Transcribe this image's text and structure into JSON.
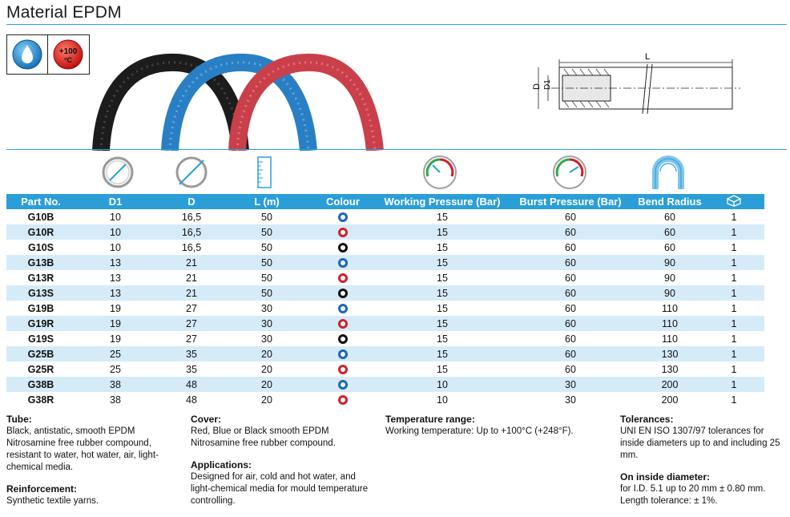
{
  "title": "Material EPDM",
  "badge": {
    "temp_line1": "+100",
    "temp_line2": "°C"
  },
  "diagram": {
    "label_L": "L",
    "label_D": "D",
    "label_D1": "D1"
  },
  "columns": [
    "Part No.",
    "D1",
    "D",
    "L (m)",
    "Colour",
    "Working Pressure (Bar)",
    "Burst Pressure (Bar)",
    "Bend Radius",
    ""
  ],
  "colors": {
    "accent": "#2b9ed8",
    "row_alt": "#d6ebf8",
    "blue": "#1a66c0",
    "red": "#d0202a",
    "black": "#111111"
  },
  "rows": [
    {
      "part": "G10B",
      "d1": "10",
      "d": "16,5",
      "l": "50",
      "colour": "blue",
      "wp": "15",
      "bp": "60",
      "br": "60",
      "pkg": "1"
    },
    {
      "part": "G10R",
      "d1": "10",
      "d": "16,5",
      "l": "50",
      "colour": "red",
      "wp": "15",
      "bp": "60",
      "br": "60",
      "pkg": "1"
    },
    {
      "part": "G10S",
      "d1": "10",
      "d": "16,5",
      "l": "50",
      "colour": "black",
      "wp": "15",
      "bp": "60",
      "br": "60",
      "pkg": "1"
    },
    {
      "part": "G13B",
      "d1": "13",
      "d": "21",
      "l": "50",
      "colour": "blue",
      "wp": "15",
      "bp": "60",
      "br": "90",
      "pkg": "1"
    },
    {
      "part": "G13R",
      "d1": "13",
      "d": "21",
      "l": "50",
      "colour": "red",
      "wp": "15",
      "bp": "60",
      "br": "90",
      "pkg": "1"
    },
    {
      "part": "G13S",
      "d1": "13",
      "d": "21",
      "l": "50",
      "colour": "black",
      "wp": "15",
      "bp": "60",
      "br": "90",
      "pkg": "1"
    },
    {
      "part": "G19B",
      "d1": "19",
      "d": "27",
      "l": "30",
      "colour": "blue",
      "wp": "15",
      "bp": "60",
      "br": "110",
      "pkg": "1"
    },
    {
      "part": "G19R",
      "d1": "19",
      "d": "27",
      "l": "30",
      "colour": "red",
      "wp": "15",
      "bp": "60",
      "br": "110",
      "pkg": "1"
    },
    {
      "part": "G19S",
      "d1": "19",
      "d": "27",
      "l": "30",
      "colour": "black",
      "wp": "15",
      "bp": "60",
      "br": "110",
      "pkg": "1"
    },
    {
      "part": "G25B",
      "d1": "25",
      "d": "35",
      "l": "20",
      "colour": "blue",
      "wp": "15",
      "bp": "60",
      "br": "130",
      "pkg": "1"
    },
    {
      "part": "G25R",
      "d1": "25",
      "d": "35",
      "l": "20",
      "colour": "red",
      "wp": "15",
      "bp": "60",
      "br": "130",
      "pkg": "1"
    },
    {
      "part": "G38B",
      "d1": "38",
      "d": "48",
      "l": "20",
      "colour": "blue",
      "wp": "10",
      "bp": "30",
      "br": "200",
      "pkg": "1"
    },
    {
      "part": "G38R",
      "d1": "38",
      "d": "48",
      "l": "20",
      "colour": "red",
      "wp": "10",
      "bp": "30",
      "br": "200",
      "pkg": "1"
    }
  ],
  "info": {
    "tube": {
      "heading": "Tube:",
      "text": "Black, antistatic, smooth EPDM Nitrosamine free rubber compound, resistant to water, hot water, air, light-chemical media."
    },
    "reinforcement": {
      "heading": "Reinforcement:",
      "text": "Synthetic textile yarns."
    },
    "cover": {
      "heading": "Cover:",
      "text": "Red, Blue or Black smooth EPDM Nitrosamine free rubber compound."
    },
    "applications": {
      "heading": "Applications:",
      "text": "Designed for air, cold and hot water, and light-chemical media for mould temperature controlling."
    },
    "temperature": {
      "heading": "Temperature range:",
      "text": "Working temperature: Up to +100°C (+248°F)."
    },
    "tolerances": {
      "heading": "Tolerances:",
      "text": "UNI EN ISO 1307/97 tolerances for inside diameters up to and including 25 mm."
    },
    "inside_diameter": {
      "heading": "On inside diameter:",
      "text": "for I.D. 5.1 up to 20 mm ± 0.80 mm. Length tolerance: ± 1%."
    }
  }
}
